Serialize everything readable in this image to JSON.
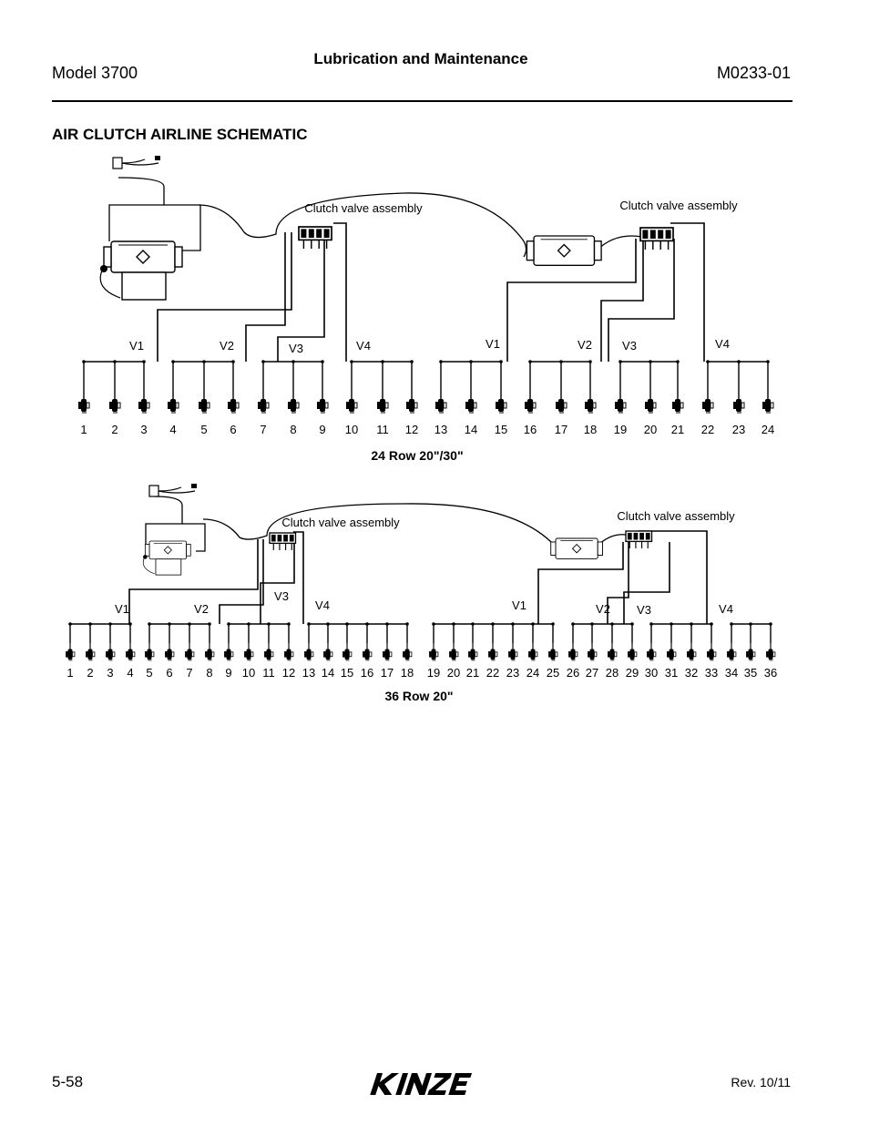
{
  "header": {
    "model": "Model 3700",
    "section": "Lubrication and Maintenance",
    "doc_number": "M0233-01"
  },
  "section_title": "AIR CLUTCH AIRLINE SCHEMATIC",
  "diagrams": [
    {
      "caption": "24 Row 20\"/30\"",
      "valve_label": "Clutch valve assembly",
      "groups": [
        "V1",
        "V2",
        "V3",
        "V4",
        "V1",
        "V2",
        "V3",
        "V4"
      ],
      "rows": [
        "1",
        "2",
        "3",
        "4",
        "5",
        "6",
        "7",
        "8",
        "9",
        "10",
        "11",
        "12",
        "13",
        "14",
        "15",
        "16",
        "17",
        "18",
        "19",
        "20",
        "21",
        "22",
        "23",
        "24"
      ]
    },
    {
      "caption": "36 Row 20\"",
      "valve_label": "Clutch valve assembly",
      "groups": [
        "V1",
        "V2",
        "V3",
        "V4",
        "V1",
        "V2",
        "V3",
        "V4"
      ],
      "rows": [
        "1",
        "2",
        "3",
        "4",
        "5",
        "6",
        "7",
        "8",
        "9",
        "10",
        "11",
        "12",
        "13",
        "14",
        "15",
        "16",
        "17",
        "18",
        "19",
        "20",
        "21",
        "22",
        "23",
        "24",
        "25",
        "26",
        "27",
        "28",
        "29",
        "30",
        "31",
        "32",
        "33",
        "34",
        "35",
        "36"
      ]
    }
  ],
  "footer": {
    "page": "5-58",
    "brand": "KINZE",
    "revision": "Rev. 10/11"
  }
}
